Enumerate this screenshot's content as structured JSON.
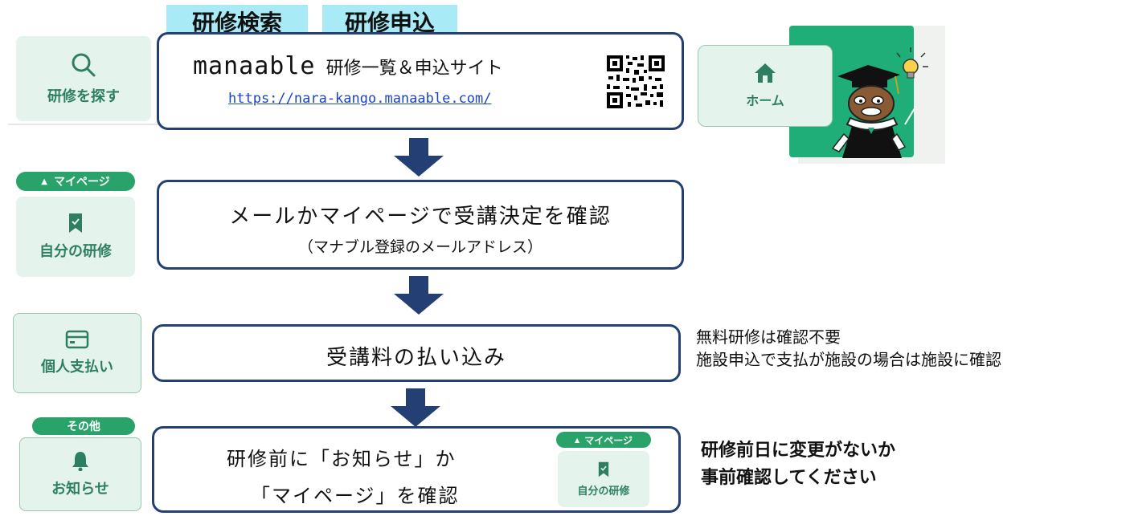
{
  "step1": {
    "tab_search": "研修検索",
    "tab_apply": "研修申込",
    "site_name": "manaable",
    "site_desc": "研修一覧＆申込サイト",
    "url": "https://nara-kango.manaable.com/"
  },
  "step2": {
    "title": "メールかマイページで受講決定を確認",
    "sub": "（マナブル登録のメールアドレス）"
  },
  "step3": {
    "title": "受講料の払い込み"
  },
  "step4": {
    "line1": "研修前に「お知らせ」か",
    "line2": "「マイページ」を確認"
  },
  "tiles": {
    "search": "研修を探す",
    "mypage_pill": "マイページ",
    "my_training": "自分の研修",
    "personal_pay": "個人支払い",
    "other_pill": "その他",
    "notice": "お知らせ",
    "home": "ホーム"
  },
  "notes": {
    "free_line1": "無料研修は確認不要",
    "free_line2": "施設申込で支払が施設の場合は施設に確認",
    "check_line1": "研修前日に変更がないか",
    "check_line2": "事前確認してください"
  },
  "icons": [
    "search-icon",
    "bookmark-icon",
    "card-icon",
    "bell-icon",
    "home-icon",
    "qr-code",
    "mascot"
  ],
  "colors": {
    "box_border": "#243f73",
    "tab_bg": "#a9eaf7",
    "tile_bg": "#e4f4ec",
    "tile_text": "#2e7f61",
    "pill_bg": "#2aa36b",
    "accent_green": "#1fae78"
  }
}
